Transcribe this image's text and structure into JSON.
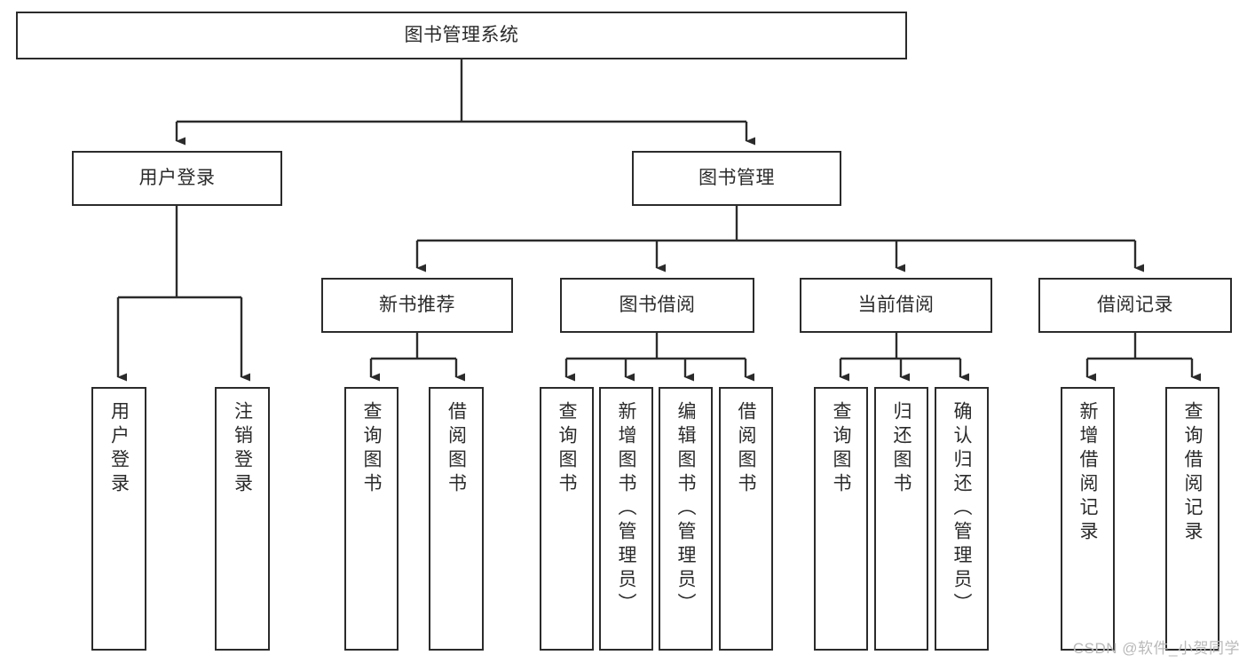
{
  "diagram": {
    "type": "tree-hierarchy-flowchart",
    "title": "图书管理系统",
    "watermark": "CSDN @软件_小贺同学",
    "colors": {
      "box_border": "#2b2b2b",
      "box_fill": "#ffffff",
      "text": "#2b2b2b",
      "connector": "#2b2b2b",
      "background": "#ffffff",
      "watermark": "#b9b9b9"
    },
    "levels": {
      "root": {
        "label": "图书管理系统"
      },
      "level2": [
        {
          "label": "用户登录"
        },
        {
          "label": "图书管理"
        }
      ],
      "level3": [
        {
          "label": "新书推荐"
        },
        {
          "label": "图书借阅"
        },
        {
          "label": "当前借阅"
        },
        {
          "label": "借阅记录"
        }
      ],
      "leaves": {
        "user_login": [
          {
            "label": "用户登录"
          },
          {
            "label": "注销登录"
          }
        ],
        "new_book_recommend": [
          {
            "label": "查询图书"
          },
          {
            "label": "借阅图书"
          }
        ],
        "book_borrow": [
          {
            "label": "查询图书"
          },
          {
            "label": "新增图书（管理员）"
          },
          {
            "label": "编辑图书（管理员）"
          },
          {
            "label": "借阅图书"
          }
        ],
        "current_borrow": [
          {
            "label": "查询图书"
          },
          {
            "label": "归还图书"
          },
          {
            "label": "确认归还（管理员）"
          }
        ],
        "borrow_record": [
          {
            "label": "新增借阅记录"
          },
          {
            "label": "查询借阅记录"
          }
        ]
      }
    }
  }
}
